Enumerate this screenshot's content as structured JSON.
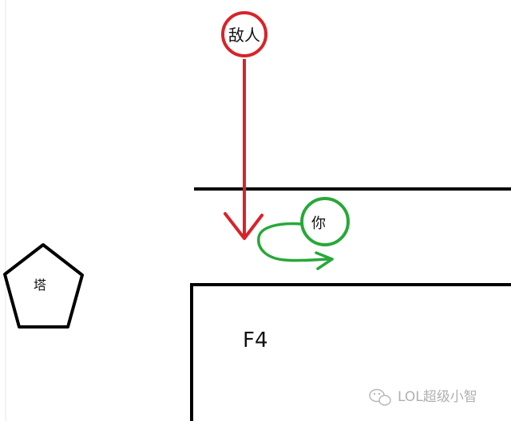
{
  "labels": {
    "enemy": "敌人",
    "you": "你",
    "tower": "塔",
    "wall": "F4"
  },
  "watermark": {
    "text": "LOL超级小智",
    "icon": "wechat-icon"
  },
  "colors": {
    "enemy": "#d8232a",
    "you": "#28a838",
    "line": "#000000",
    "watermark": "#b0b0b0"
  }
}
